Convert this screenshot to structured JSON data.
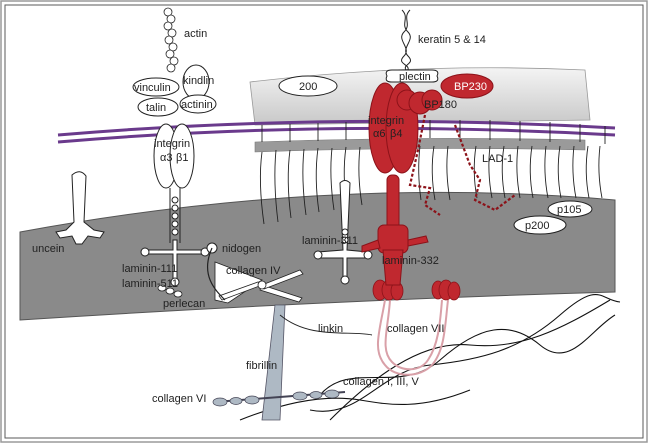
{
  "colors": {
    "red": "#c0282f",
    "dark_red": "#8c1219",
    "pink_outline": "#d9a0a8",
    "membrane_purple": "#6a3a8c",
    "basement_gray": "#8a8a8a",
    "hemidesmosome_gray": "#dcdcdc",
    "fibrillin_blue": "#aeb9c4"
  },
  "labels": {
    "actin": "actin",
    "keratin": "keratin 5 & 14",
    "kindlin": "kindlin",
    "vinculin": "vinculin",
    "talin": "talin",
    "actinin": "actinin",
    "plectin": "plectin",
    "bp230": "BP230",
    "bp180": "BP180",
    "integrin_left": "integrin",
    "alpha3": "α3",
    "beta1": "β1",
    "integrin_right": "integrin",
    "alpha6": "α6",
    "beta4": "β4",
    "cd151": "200",
    "lad1": "LAD-1",
    "p105": "p105",
    "p200": "p200",
    "uncein": "uncein",
    "nidogen": "nidogen",
    "laminin311": "laminin-311",
    "laminin332": "laminin-332",
    "laminin111": "laminin-111",
    "laminin511": "laminin-511",
    "collagen4": "collagen IV",
    "perlecan": "perlecan",
    "linkin": "linkin",
    "collagen7": "collagen VII",
    "fibrillin": "fibrillin",
    "collagen135": "collagen I, III, V",
    "collagen6": "collagen VI"
  }
}
